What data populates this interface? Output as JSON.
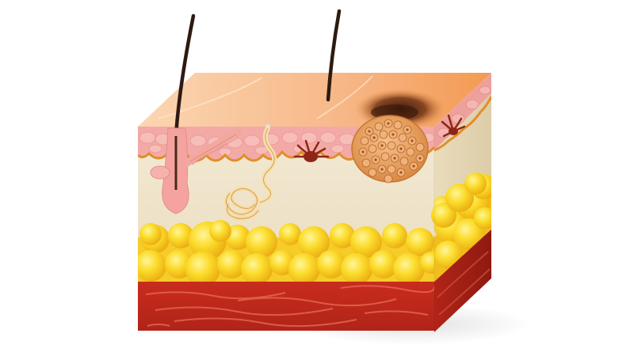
{
  "diagram": {
    "subject": "skin-cross-section-with-melanoma",
    "labels": []
  },
  "layers": [
    "epidermis",
    "dermis",
    "subcutaneous-fat",
    "muscle"
  ],
  "structures": [
    "hair-shaft",
    "hair-follicle",
    "arrector-pili-muscle",
    "sweat-gland",
    "sweat-duct",
    "melanocyte",
    "melanoma-tumor",
    "pigmented-lesion"
  ],
  "colors": {
    "background": "#ffffff",
    "skin_surface": "#f7c9a3",
    "skin_surface_highlight": "#fbd8b8",
    "lesion_dark": "#5a2a14",
    "lesion_orange": "#f29a4a",
    "epidermis_pink": "#f3a8a4",
    "basal_layer": "#e39a3a",
    "dermis": "#f1e6cc",
    "fat_yellow": "#f8d41c",
    "fat_light": "#fcec7a",
    "muscle_red": "#c62a1c",
    "muscle_dark": "#9e1f14",
    "hair": "#2e1a10",
    "follicle": "#f4a3a1",
    "tumor": "#e9a46a",
    "tumor_cell": "#c6722c",
    "melanocyte": "#8e2618"
  }
}
